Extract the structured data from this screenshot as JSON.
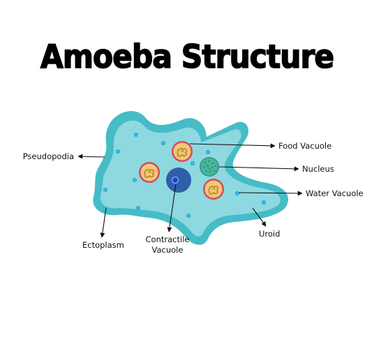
{
  "title": "Amoeba Structure",
  "labels": {
    "food_vacuole": "Food Vacuole",
    "pseudopodia": "Pseudopodia",
    "nucleus": "Nucleus",
    "water_vacuole": "Water Vacuole",
    "ectoplasm": "Ectoplasm",
    "contractile_line1": "Contractile",
    "contractile_line2": "Vacuole",
    "uroid": "Uroid"
  },
  "colors": {
    "membrane": "#46bcc7",
    "cytoplasm": "#8ed8e0",
    "food_vacuole": "#f1c878",
    "food_vacuole_rim": "#d24b5f",
    "nucleus": "#48b59c",
    "contractile_vacuole": "#2e5fa8"
  }
}
